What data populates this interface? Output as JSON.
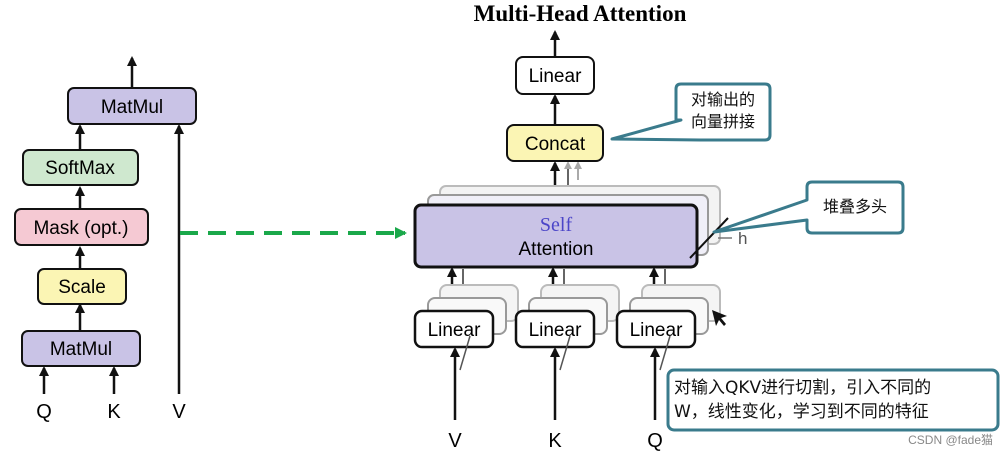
{
  "title": "Multi-Head Attention",
  "left": {
    "matmul_top": "MatMul",
    "softmax": "SoftMax",
    "mask": "Mask (opt.)",
    "scale": "Scale",
    "matmul_bottom": "MatMul",
    "inputs": [
      "Q",
      "K",
      "V"
    ]
  },
  "right": {
    "linear_top": "Linear",
    "concat": "Concat",
    "self": "Self",
    "attention": "Attention",
    "h": "h",
    "linear_boxes": [
      "Linear",
      "Linear",
      "Linear"
    ],
    "inputs": [
      "V",
      "K",
      "Q"
    ]
  },
  "callouts": {
    "concat_note": [
      "对输出的",
      "向量拼接"
    ],
    "heads_note": "堆叠多头",
    "split_note": [
      "对输入QKV进行切割，引入不同的",
      "W，线性变化，学习到不同的特征"
    ]
  },
  "watermark": "CSDN @fade猫",
  "colors": {
    "matmul": "#c9c3e6",
    "softmax": "#cfe8cf",
    "mask": "#f5c9d3",
    "scale": "#fbf5b4",
    "concat": "#fbf5b4",
    "self_attention": "#c9c3e6",
    "callout_border": "#3a7b8c",
    "dashed_arrow": "#1aa84a"
  }
}
